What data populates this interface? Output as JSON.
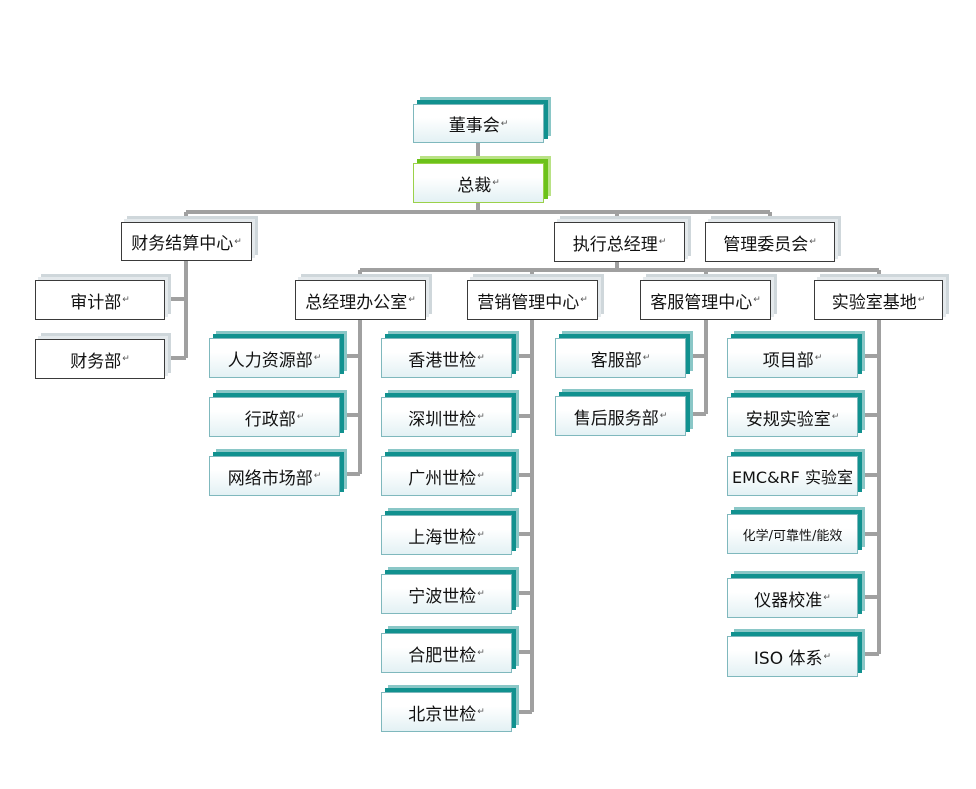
{
  "mark": "↵",
  "nodes": {
    "board": "董事会",
    "ceo": "总裁",
    "finance_center": "财务结算中心",
    "exec_gm": "执行总经理",
    "mgmt_committee": "管理委员会",
    "audit": "审计部",
    "finance": "财务部",
    "gm_office": "总经理办公室",
    "marketing_center": "营销管理中心",
    "service_center": "客服管理中心",
    "lab_base": "实验室基地",
    "hr": "人力资源部",
    "admin": "行政部",
    "network_market": "网络市场部",
    "hk": "香港世检",
    "sz": "深圳世检",
    "gz": "广州世检",
    "sh": "上海世检",
    "nb": "宁波世检",
    "hf": "合肥世检",
    "bj": "北京世检",
    "cs": "客服部",
    "after_sales": "售后服务部",
    "project": "项目部",
    "safety_lab": "安规实验室",
    "emc_lab": "EMC&RF 实验室",
    "chem": "化学/可靠性/能效",
    "calibration": "仪器校准",
    "iso": "ISO 体系"
  }
}
